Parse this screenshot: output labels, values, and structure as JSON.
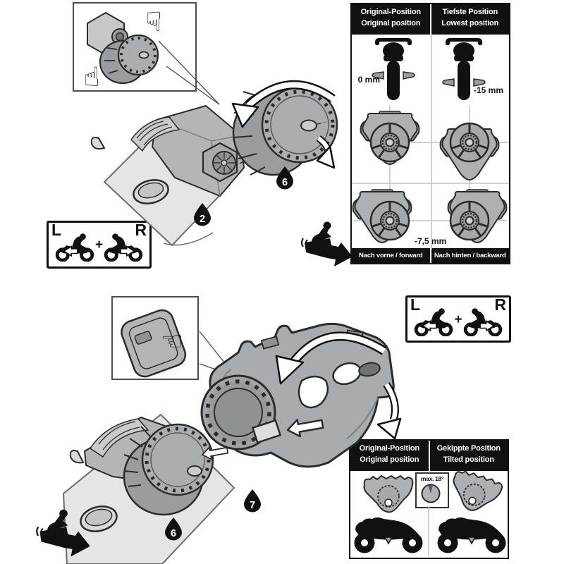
{
  "colors": {
    "outline": "#2b2b2b",
    "part_gray": "#b3b5b7",
    "part_gray_dark": "#9a9da0",
    "part_gray_light": "#e4e5e6",
    "header_bg": "#111111",
    "grid_line": "#c0c0c0"
  },
  "icons": {
    "hand_up": "☝",
    "hand_down": "☟",
    "hand_left": "☜"
  },
  "step_height": {
    "badge_arm": "2",
    "badge_knob": "6",
    "lr": {
      "left": "L",
      "plus": "+",
      "right": "R"
    },
    "table": {
      "header_left_de": "Original-Position",
      "header_left_en": "Original position",
      "header_right_de": "Tiefste Position",
      "header_right_en": "Lowest position",
      "label_original": "0 mm",
      "label_lowest": "-15 mm",
      "label_offset": "-7,5 mm",
      "footer_left": "Nach vorne / forward",
      "footer_right": "Nach hinten / backward"
    }
  },
  "step_tilt": {
    "badge_knob": "6",
    "badge_footpeg": "7",
    "lr": {
      "left": "L",
      "plus": "+",
      "right": "R"
    },
    "table": {
      "header_left_de": "Original-Position",
      "header_left_en": "Original position",
      "header_right_de": "Gekippte Position",
      "header_right_en": "Tilted position",
      "angle_label": "max. 18°"
    }
  }
}
